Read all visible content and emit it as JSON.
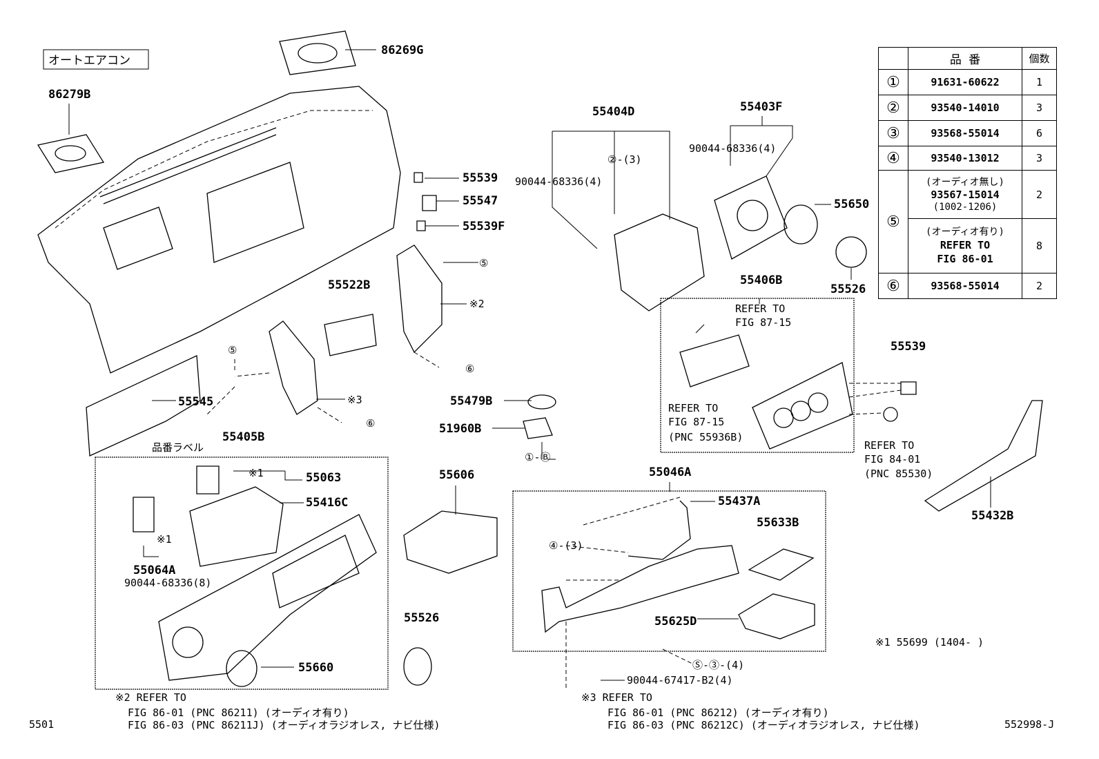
{
  "header_tag": "オートエアコン",
  "labels": [
    "86269G",
    "86279B",
    "55404D",
    "55403F",
    "90044-68336(4)",
    "90044-68336(4)",
    "②-(3)",
    "55539",
    "55547",
    "55539F",
    "55650",
    "55526",
    "55406B",
    "REFER TO",
    "FIG 87-15",
    "55522B",
    "⑤",
    "※2",
    "⑥",
    "⑤",
    "55545",
    "※3",
    "⑥",
    "55479B",
    "51960B",
    "①-Ⓑ",
    "REFER TO",
    "FIG 87-15",
    "(PNC 55936B)",
    "55539",
    "REFER TO",
    "FIG 84-01",
    "(PNC 85530)",
    "55432B",
    "55405B",
    "品番ラベル",
    "※1",
    "55063",
    "55416C",
    "55606",
    "55046A",
    "55437A",
    "55633B",
    "④-(3)",
    "※1",
    "55064A",
    "90044-68336(8)",
    "55526",
    "55625D",
    "※1 55699 (1404-     )",
    "55660",
    "Ⓢ-③-(4)",
    "90044-67417-B2(4)"
  ],
  "notes_left": {
    "title": "※2 REFER TO",
    "line1": "FIG 86-01 (PNC 86211)   (オーディオ有り)",
    "line2": "FIG 86-03 (PNC 86211J)  (オーディオラジオレス, ナビ仕様)"
  },
  "notes_right": {
    "title": "※3 REFER TO",
    "line1": "FIG 86-01 (PNC 86212)   (オーディオ有り)",
    "line2": "FIG 86-03 (PNC 86212C)  (オーディオラジオレス, ナビ仕様)"
  },
  "page_code": "5501",
  "drawing_code": "552998-J",
  "table": {
    "headers": [
      "",
      "品 番",
      "個数"
    ],
    "rows": [
      {
        "no": "①",
        "part": "91631-60622",
        "qty": "1"
      },
      {
        "no": "②",
        "part": "93540-14010",
        "qty": "3"
      },
      {
        "no": "③",
        "part": "93568-55014",
        "qty": "6"
      },
      {
        "no": "④",
        "part": "93540-13012",
        "qty": "3"
      },
      {
        "no": "⑤",
        "note": "(オーディオ無し)",
        "part": "93567-15014",
        "range": "(1002-1206)",
        "qty": "2"
      },
      {
        "no": "",
        "note": "(オーディオ有り)",
        "part": "REFER TO",
        "range": "FIG 86-01",
        "qty": "8"
      },
      {
        "no": "⑥",
        "part": "93568-55014",
        "qty": "2"
      }
    ]
  }
}
